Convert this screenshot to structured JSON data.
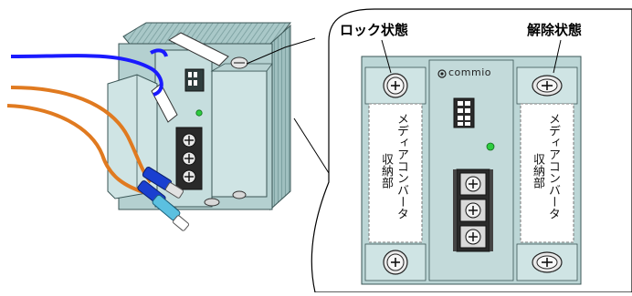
{
  "labels": {
    "locked": "ロック状態",
    "released": "解除状態",
    "brand": "commio",
    "bay_left_line1": "メディアコンバータ",
    "bay_left_line2": "収納部",
    "bay_right_line1": "メディアコンバータ",
    "bay_right_line2": "収納部"
  },
  "colors": {
    "panel": "#bcd6d6",
    "panel_dark": "#8fb3b3",
    "cable_blue": "#1a1aff",
    "cable_orange": "#e07a20",
    "led": "#2ecc40"
  }
}
